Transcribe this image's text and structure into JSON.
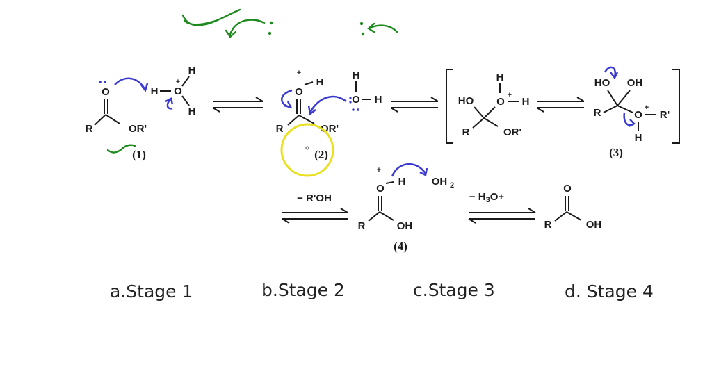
{
  "diagram": {
    "molecule1": {
      "carbonyl_O": "O",
      "R": "R",
      "ester": "OR'",
      "hydronium_H_top": "H",
      "hydronium_H_left": "H",
      "hydronium_O": "O",
      "hydronium_H_bottom": "H",
      "plus": "+",
      "label": "(1)"
    },
    "molecule2": {
      "O": "O",
      "H": "H",
      "R": "R",
      "ester": "OR'",
      "plus": "+",
      "label": "(2)",
      "water_H_top": "H",
      "water_O": "O",
      "water_H_right": "H"
    },
    "intermediate_a": {
      "HO": "HO",
      "H": "H",
      "O": "O",
      "H_right": "H",
      "R": "R",
      "OR": "OR'",
      "plus": "+"
    },
    "intermediate_3": {
      "HO": "HO",
      "OH": "OH",
      "R": "R",
      "O": "O",
      "R_prime": "R'",
      "H": "H",
      "plus": "+",
      "label": "(3)"
    },
    "molecule4": {
      "O": "O",
      "H": "H",
      "plus": "+",
      "water": "OH",
      "water_sub": "2",
      "R": "R",
      "OH": "OH",
      "label": "(4)"
    },
    "product": {
      "O": "O",
      "R": "R",
      "OH": "OH"
    },
    "step_loss_alcohol": "− R'OH",
    "step_loss_hydronium": "− H",
    "step_loss_hydronium_sub": "3",
    "step_loss_hydronium_sup": "O+"
  },
  "choices": [
    {
      "label": "a.Stage  1"
    },
    {
      "label": "b.Stage 2"
    },
    {
      "label": "c.Stage 3"
    },
    {
      "label": "d. Stage 4"
    }
  ],
  "colors": {
    "ink": "#1a1a1a",
    "mechanism_arrow": "#3a3ad0",
    "annotation_pen": "#1e8a1e",
    "cursor_highlight": "#e8e020"
  }
}
